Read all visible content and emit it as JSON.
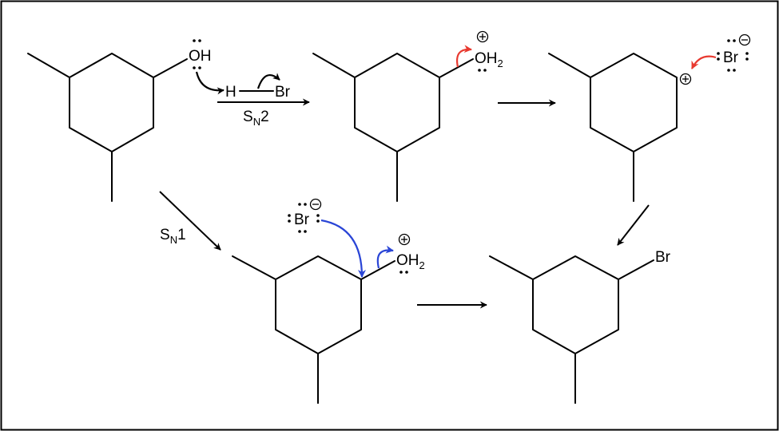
{
  "atoms": {
    "hydroxyl": "OH",
    "water": "OH",
    "water_subscript": "2",
    "hydrogen": "H",
    "bromine": "Br"
  },
  "reagent": {
    "hydrogen": "H",
    "bromine": "Br"
  },
  "labels": {
    "sn2_main": "S",
    "sn2_sub": "N",
    "sn2_tail": "2",
    "sn1_main": "S",
    "sn1_sub": "N",
    "sn1_tail": "1"
  },
  "colors": {
    "bond": "#000000",
    "arrow_red": "#e8392f",
    "arrow_blue": "#2a45d6",
    "border": "#000000"
  },
  "icons": {
    "positive_charge": "circle-plus",
    "negative_charge": "circle-minus",
    "lone_pair": "two-dots"
  }
}
